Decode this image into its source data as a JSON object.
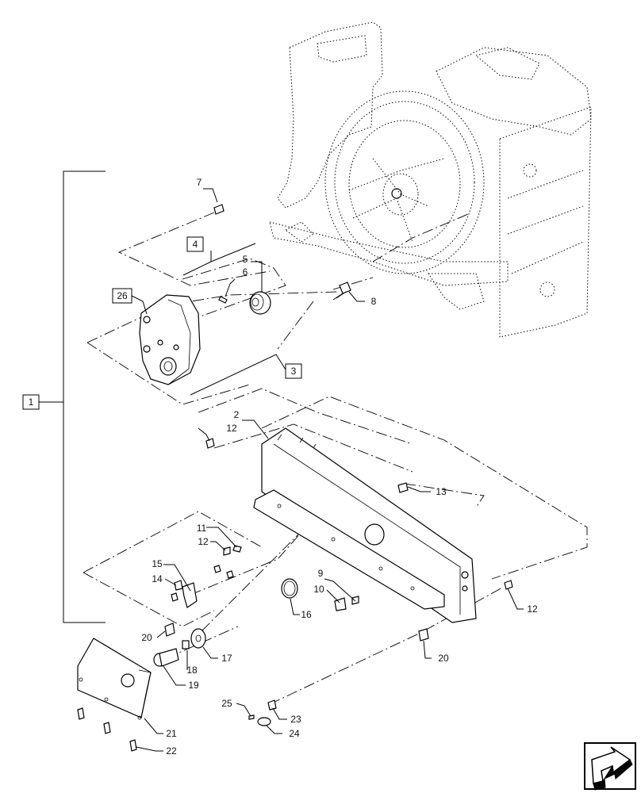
{
  "callouts": [
    {
      "id": "c1",
      "text": "1",
      "boxed": true
    },
    {
      "id": "c2",
      "text": "2"
    },
    {
      "id": "c3",
      "text": "3",
      "boxed": true
    },
    {
      "id": "c4",
      "text": "4",
      "boxed": true
    },
    {
      "id": "c5",
      "text": "5"
    },
    {
      "id": "c6",
      "text": "6"
    },
    {
      "id": "c7",
      "text": "7"
    },
    {
      "id": "c8",
      "text": "8"
    },
    {
      "id": "c9",
      "text": "9"
    },
    {
      "id": "c10",
      "text": "10"
    },
    {
      "id": "c11",
      "text": "11"
    },
    {
      "id": "c12a",
      "text": "12"
    },
    {
      "id": "c12b",
      "text": "12"
    },
    {
      "id": "c12c",
      "text": "12"
    },
    {
      "id": "c13",
      "text": "13"
    },
    {
      "id": "c14",
      "text": "14"
    },
    {
      "id": "c15",
      "text": "15"
    },
    {
      "id": "c16",
      "text": "16"
    },
    {
      "id": "c17",
      "text": "17"
    },
    {
      "id": "c18",
      "text": "18"
    },
    {
      "id": "c19",
      "text": "19"
    },
    {
      "id": "c20a",
      "text": "20"
    },
    {
      "id": "c20b",
      "text": "20"
    },
    {
      "id": "c21",
      "text": "21"
    },
    {
      "id": "c22",
      "text": "22"
    },
    {
      "id": "c23",
      "text": "23"
    },
    {
      "id": "c24",
      "text": "24"
    },
    {
      "id": "c25",
      "text": "25"
    },
    {
      "id": "c26",
      "text": "26",
      "boxed": true
    }
  ],
  "nav_icon": "next-page-arrow-icon"
}
